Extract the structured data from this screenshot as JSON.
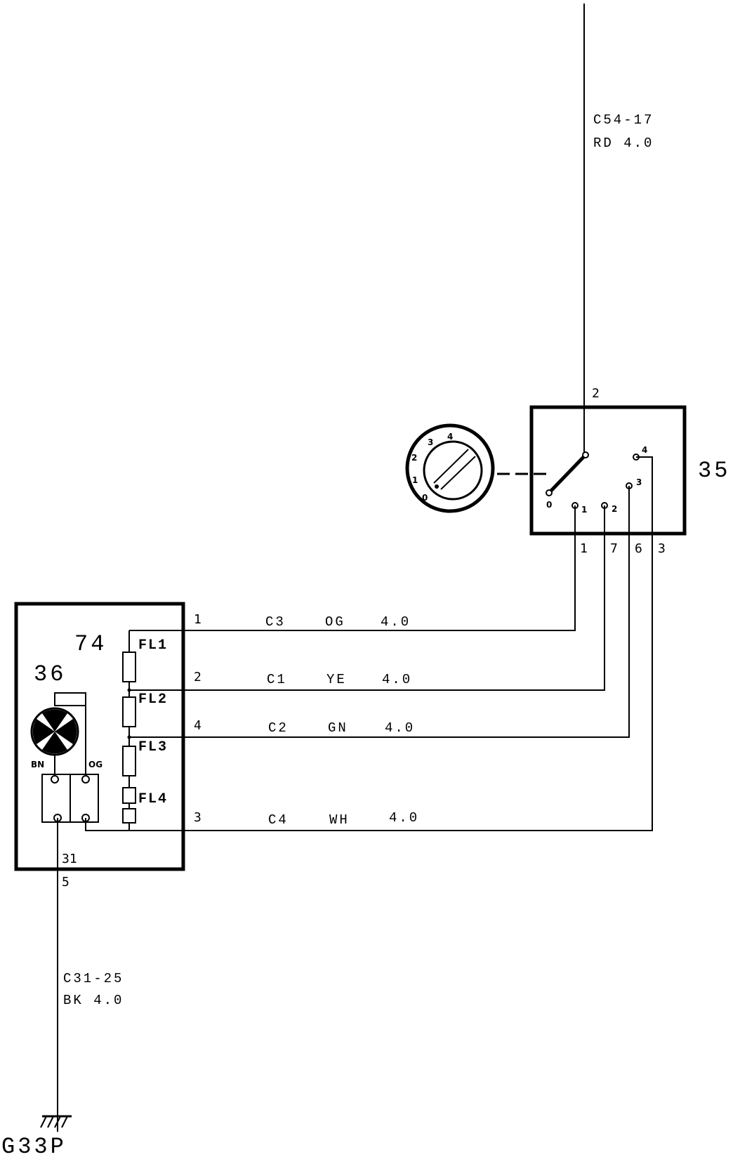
{
  "feed_wire": {
    "connector": "C54-17",
    "spec": "RD 4.0",
    "switch_pin": "2"
  },
  "switch": {
    "label": "35",
    "knob_positions": [
      "0",
      "1",
      "2",
      "3",
      "4"
    ],
    "contacts": [
      "0",
      "1",
      "2",
      "3",
      "4"
    ],
    "output_pins": [
      "1",
      "7",
      "6",
      "3"
    ]
  },
  "fan_unit": {
    "motor_label": "36",
    "resistor_pack_label": "74",
    "motor_wires": [
      "BN",
      "OG"
    ],
    "resistors": [
      "FL1",
      "FL2",
      "FL3",
      "FL4"
    ],
    "ground_pin": "31"
  },
  "harness": [
    {
      "pin": "1",
      "connector": "C3",
      "color": "OG",
      "size": "4.0"
    },
    {
      "pin": "2",
      "connector": "C1",
      "color": "YE",
      "size": "4.0"
    },
    {
      "pin": "4",
      "connector": "C2",
      "color": "GN",
      "size": "4.0"
    },
    {
      "pin": "3",
      "connector": "C4",
      "color": "WH",
      "size": "4.0"
    }
  ],
  "ground_wire": {
    "pin": "5",
    "connector": "C31-25",
    "spec": "BK 4.0",
    "ground_point": "G33P"
  }
}
